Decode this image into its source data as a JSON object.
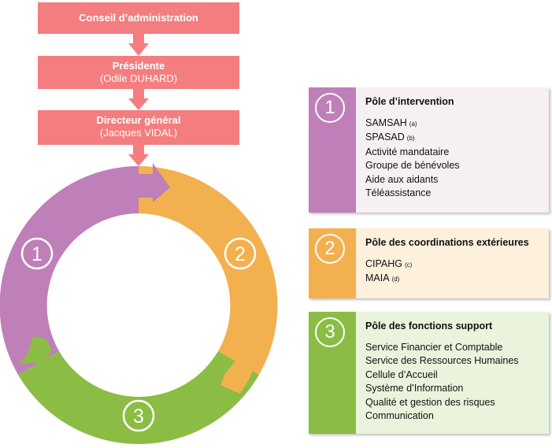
{
  "hierarchy": {
    "conseil": {
      "title": "Conseil d’administration"
    },
    "presidente": {
      "title": "Présidente",
      "name": "(Odile DUHARD)"
    },
    "directeur": {
      "title": "Directeur général",
      "name": "(Jacques VIDAL)"
    }
  },
  "cycle": {
    "labels": [
      "①",
      "②",
      "③"
    ],
    "colors": {
      "segment1": "#bf7fb8",
      "segment2": "#f3b04f",
      "segment3": "#8bbd45",
      "header": "#f47d7f"
    }
  },
  "poles": [
    {
      "number": "①",
      "title": "Pôle d’intervention",
      "items": [
        {
          "text": "SAMSAH",
          "note": "(a)"
        },
        {
          "text": "SPASAD",
          "note": "(b)"
        },
        {
          "text": "Activité mandataire",
          "note": ""
        },
        {
          "text": "Groupe de bénévoles",
          "note": ""
        },
        {
          "text": "Aide aux aidants",
          "note": ""
        },
        {
          "text": "Téléassistance",
          "note": ""
        }
      ]
    },
    {
      "number": "②",
      "title": "Pôle des coordinations extérieures",
      "items": [
        {
          "text": "CIPAHG",
          "note": "(c)"
        },
        {
          "text": "MAIA",
          "note": "(d)"
        }
      ]
    },
    {
      "number": "③",
      "title": "Pôle des fonctions support",
      "items": [
        {
          "text": "Service Financier et Comptable",
          "note": ""
        },
        {
          "text": "Service des Ressources Humaines",
          "note": ""
        },
        {
          "text": "Cellule d’Accueil",
          "note": ""
        },
        {
          "text": "Système d’Information",
          "note": ""
        },
        {
          "text": "Qualité et gestion des risques",
          "note": ""
        },
        {
          "text": "Communication",
          "note": ""
        }
      ]
    }
  ]
}
